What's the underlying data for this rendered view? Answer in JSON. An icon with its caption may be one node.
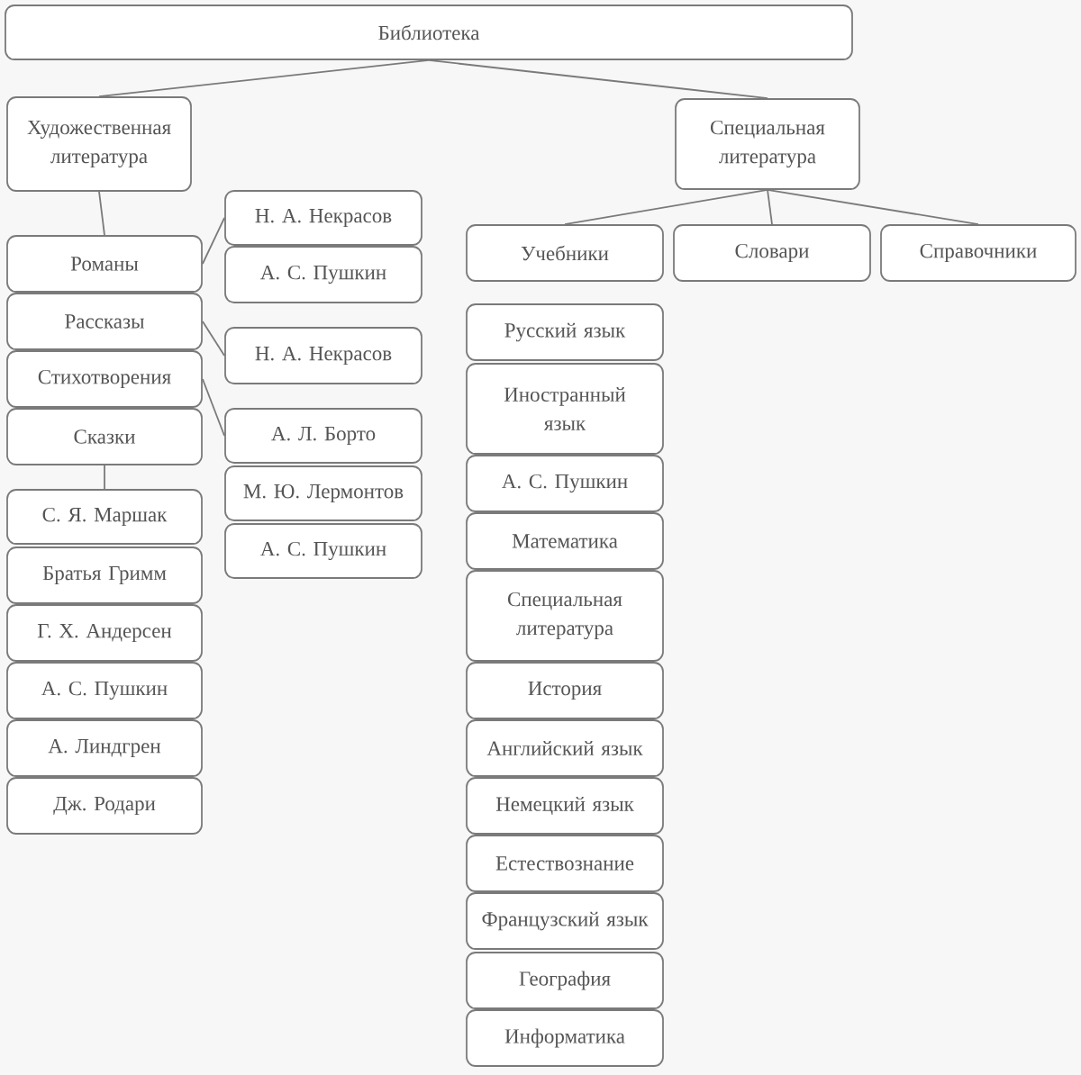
{
  "diagram": {
    "nodes": [
      {
        "text": [
          "Библиотека"
        ]
      },
      {
        "text": [
          "Художественная литература"
        ]
      },
      {
        "text": [
          "Специальная литература"
        ]
      },
      {
        "text": [
          "Романы"
        ]
      },
      {
        "text": [
          "Рассказы"
        ]
      },
      {
        "text": [
          "Стихотворения"
        ]
      },
      {
        "text": [
          "Сказки"
        ]
      },
      {
        "text": [
          "Н. А. Некрасов"
        ]
      },
      {
        "text": [
          "А. С. Пушкин"
        ]
      },
      {
        "text": [
          "Н. А. Некрасов"
        ]
      },
      {
        "text": [
          "А. Л. Борто"
        ]
      },
      {
        "text": [
          "М. Ю. Лермонтов"
        ]
      },
      {
        "text": [
          "А. С. Пушкин"
        ]
      },
      {
        "text": [
          "С. Я. Маршак"
        ]
      },
      {
        "text": [
          "Братья Гримм"
        ]
      },
      {
        "text": [
          "Г. Х. Андерсен"
        ]
      },
      {
        "text": [
          "А. С. Пушкин"
        ]
      },
      {
        "text": [
          "А. Линдгрен"
        ]
      },
      {
        "text": [
          "Дж. Родари"
        ]
      },
      {
        "text": [
          "Учебники"
        ]
      },
      {
        "text": [
          "Словари"
        ]
      },
      {
        "text": [
          "Справочники"
        ]
      },
      {
        "text": [
          "Русский язык"
        ]
      },
      {
        "text": [
          "Иностранный язык"
        ]
      },
      {
        "text": [
          "А. С. Пушкин"
        ]
      },
      {
        "text": [
          "Математика"
        ]
      },
      {
        "text": [
          "Специальная литература"
        ]
      },
      {
        "text": [
          "История"
        ]
      },
      {
        "text": [
          "Английский язык"
        ]
      },
      {
        "text": [
          "Немецкий язык"
        ]
      },
      {
        "text": [
          "Естествознание"
        ]
      },
      {
        "text": [
          "Французский язык"
        ]
      },
      {
        "text": [
          "География"
        ]
      },
      {
        "text": [
          "Информатика"
        ]
      }
    ],
    "edges": [
      {
        "from": 0,
        "to": 1,
        "arrow": "none"
      },
      {
        "from": 0,
        "to": 2,
        "arrow": "none"
      },
      {
        "from": 1,
        "to": 3,
        "arrow": "none"
      },
      {
        "from": 3,
        "to": 7,
        "arrow": "none"
      },
      {
        "from": 4,
        "to": 9,
        "arrow": "none"
      },
      {
        "from": 5,
        "to": 10,
        "arrow": "none"
      },
      {
        "from": 6,
        "to": 13,
        "arrow": "none"
      },
      {
        "from": 2,
        "to": 19,
        "arrow": "none"
      },
      {
        "from": 2,
        "to": 20,
        "arrow": "none"
      },
      {
        "from": 2,
        "to": 21,
        "arrow": "none"
      }
    ]
  }
}
